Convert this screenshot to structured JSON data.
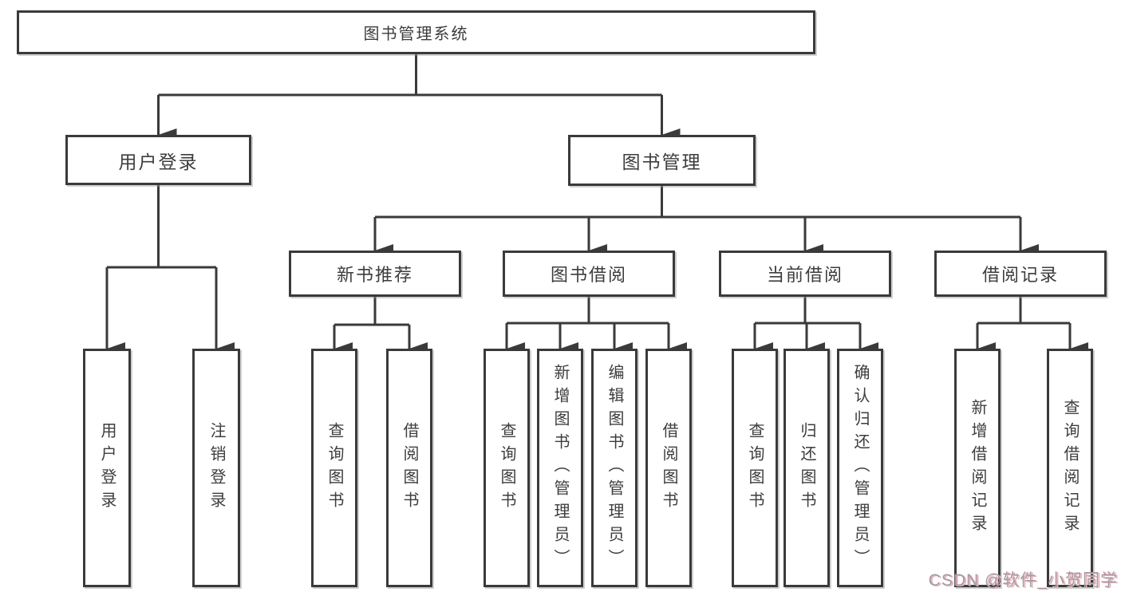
{
  "tree": {
    "root": {
      "label": "图书管理系统",
      "children": [
        {
          "label": "用户登录",
          "children": [
            {
              "label": "用户登录"
            },
            {
              "label": "注销登录"
            }
          ]
        },
        {
          "label": "图书管理",
          "children": [
            {
              "label": "新书推荐",
              "children": [
                {
                  "label": "查询图书"
                },
                {
                  "label": "借阅图书"
                }
              ]
            },
            {
              "label": "图书借阅",
              "children": [
                {
                  "label": "查询图书"
                },
                {
                  "label": "新增图书（管理员）"
                },
                {
                  "label": "编辑图书（管理员）"
                },
                {
                  "label": "借阅图书"
                }
              ]
            },
            {
              "label": "当前借阅",
              "children": [
                {
                  "label": "查询图书"
                },
                {
                  "label": "归还图书"
                },
                {
                  "label": "确认归还（管理员）"
                }
              ]
            },
            {
              "label": "借阅记录",
              "children": [
                {
                  "label": "新增借阅记录"
                },
                {
                  "label": "查询借阅记录"
                }
              ]
            }
          ]
        }
      ]
    }
  },
  "watermark": {
    "text": "CSDN @软件_小贺同学"
  },
  "colors": {
    "line": "#3a3a3a",
    "box_border": "#3a3a3a",
    "box_fill": "#ffffff",
    "text": "#3d3d3d",
    "background": "#ffffff",
    "watermark_text": "#9e9ea3",
    "watermark_accent": "#f3aab8"
  }
}
